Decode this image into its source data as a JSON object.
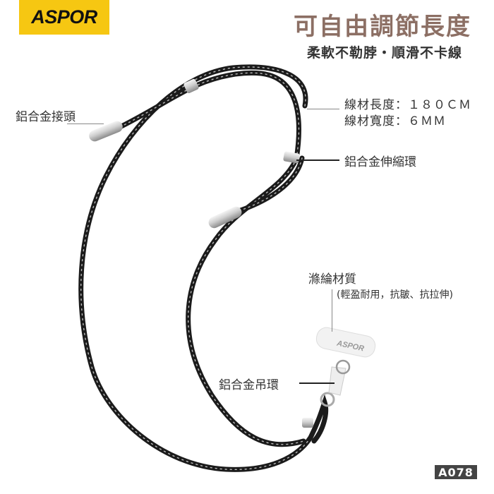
{
  "brand": {
    "logo_text": "ASPOR",
    "logo_color": "#f6c712"
  },
  "header": {
    "title": "可自由調節長度",
    "subtitle": "柔軟不勒脖・順滑不卡線",
    "title_color": "#8c6f64"
  },
  "specs": {
    "length": "線材長度：１８０ＣＭ",
    "width": "線材寬度：６ＭＭ"
  },
  "callouts": {
    "connector": "鋁合金接頭",
    "slider_ring": "鋁合金伸縮環",
    "material_title": "滌綸材質",
    "material_desc": "(輕盈耐用，抗皺、抗拉伸)",
    "hanging_ring": "鋁合金吊環"
  },
  "tab": {
    "logo_text": "ASPOR"
  },
  "model_badge": "A078"
}
